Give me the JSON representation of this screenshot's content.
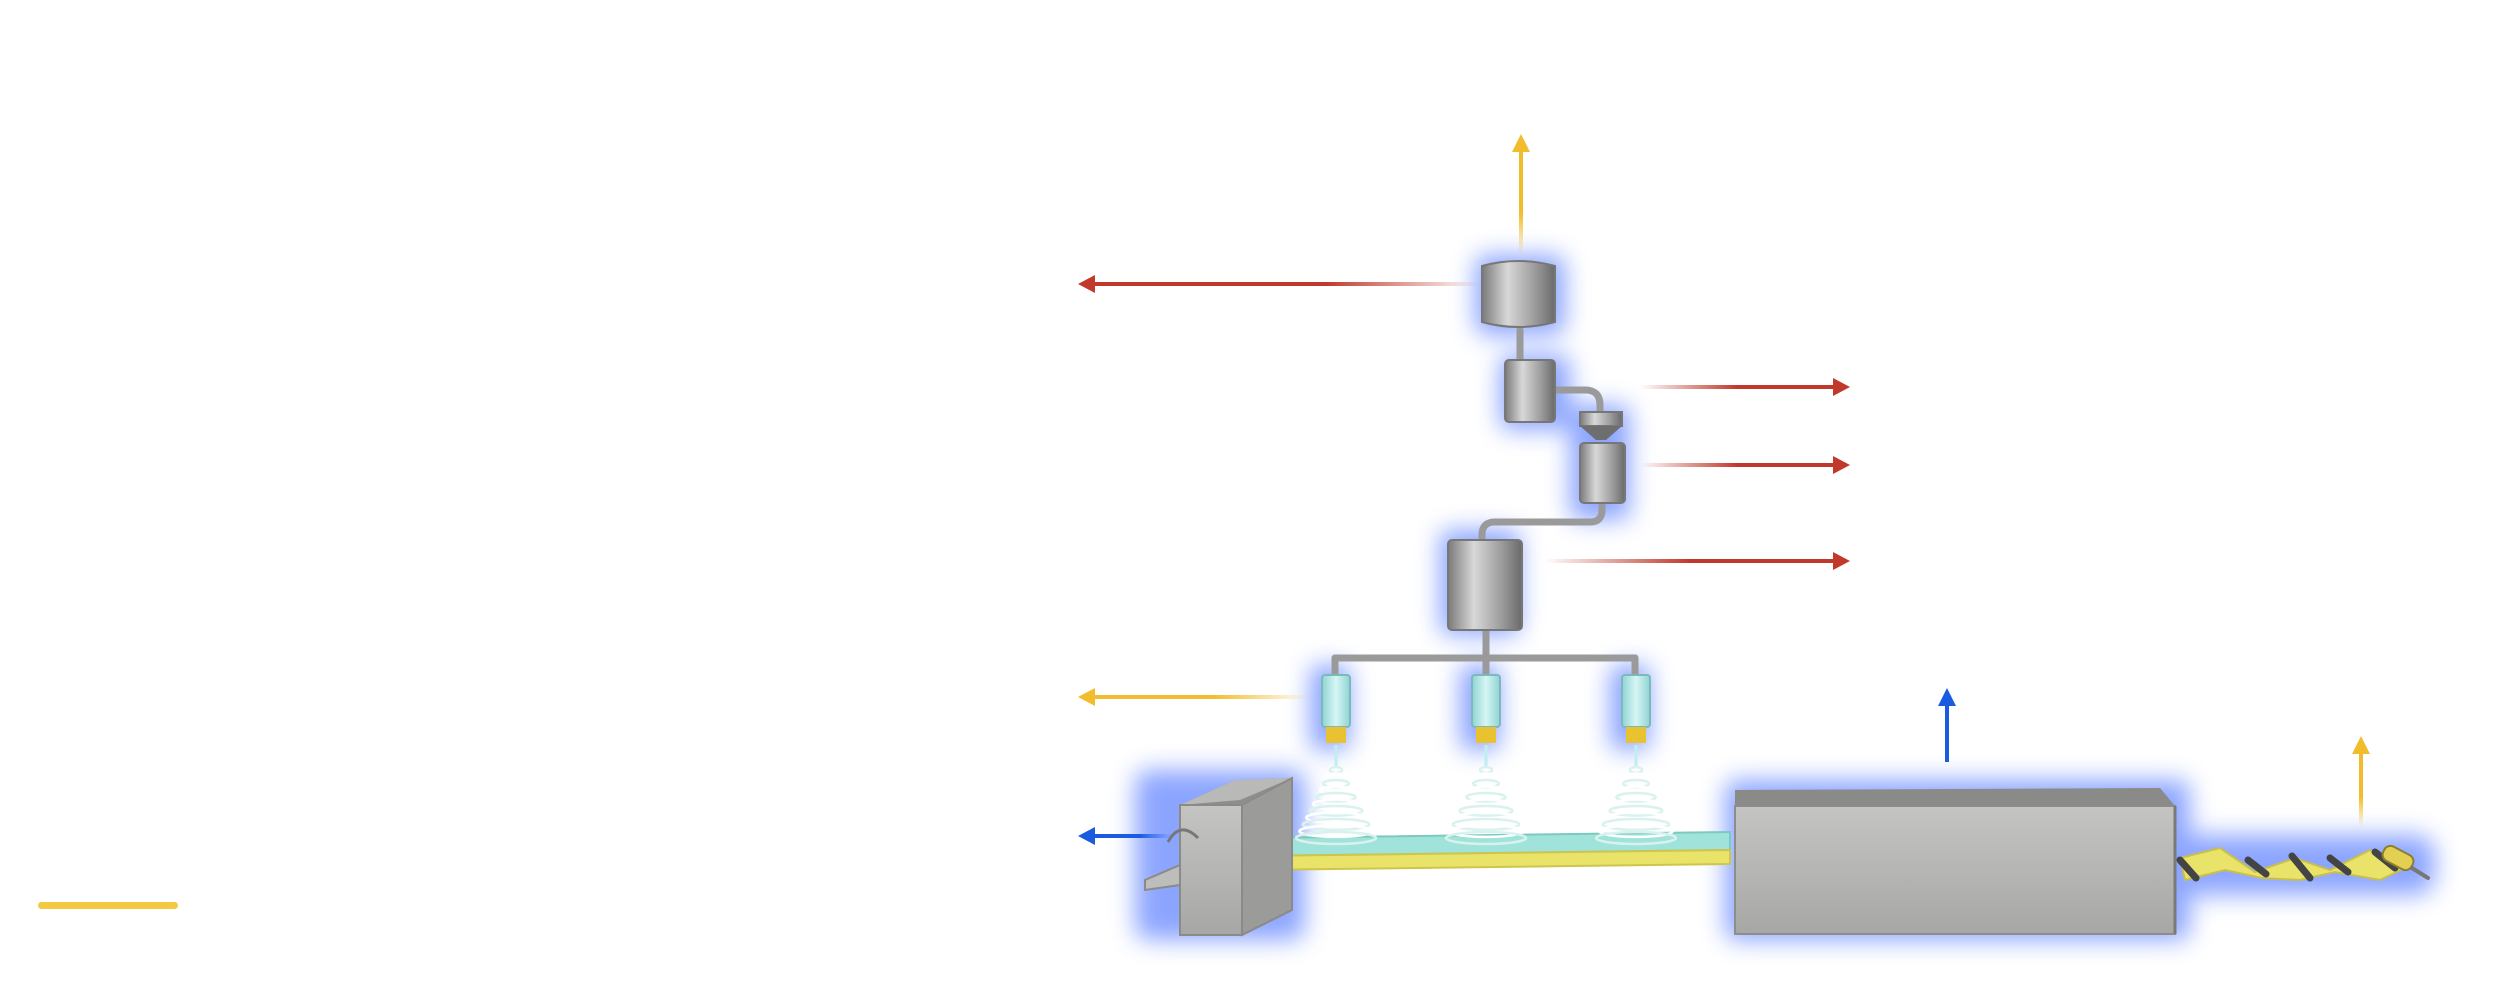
{
  "colors": {
    "background": "#ffffff",
    "metal": "#a6a6a6",
    "metal_dark": "#6e6e6e",
    "glow": "#2f5cff",
    "arrow_red": "#c0392b",
    "arrow_gold": "#f2bd2c",
    "arrow_blue": "#1a5be0",
    "nozzle": "#a8e6e6",
    "nozzle_tip": "#e8c230",
    "fiber": "#ffffff",
    "substrate_yellow": "#e9e36a",
    "substrate_cyan": "#9fe3da",
    "accent_line": "#f5c842"
  },
  "components": [
    "top-vessel",
    "second-vessel",
    "funnel-unit",
    "third-vessel",
    "main-tank",
    "manifold",
    "spray-nozzle-1",
    "spray-nozzle-2",
    "spray-nozzle-3",
    "fiber-cone-1",
    "fiber-cone-2",
    "fiber-cone-3",
    "collector-conveyor",
    "roller-block",
    "processing-chamber",
    "output-ribbon"
  ],
  "arrows": [
    {
      "id": "top-vessel-output-left",
      "color": "red"
    },
    {
      "id": "top-vessel-output-up",
      "color": "gold"
    },
    {
      "id": "second-vessel-output-right",
      "color": "red"
    },
    {
      "id": "third-vessel-output-right",
      "color": "red"
    },
    {
      "id": "main-tank-output-right",
      "color": "red"
    },
    {
      "id": "nozzle-output-left",
      "color": "gold"
    },
    {
      "id": "roller-output-left",
      "color": "blue"
    },
    {
      "id": "chamber-output-up",
      "color": "blue"
    },
    {
      "id": "ribbon-output-up",
      "color": "gold"
    }
  ]
}
